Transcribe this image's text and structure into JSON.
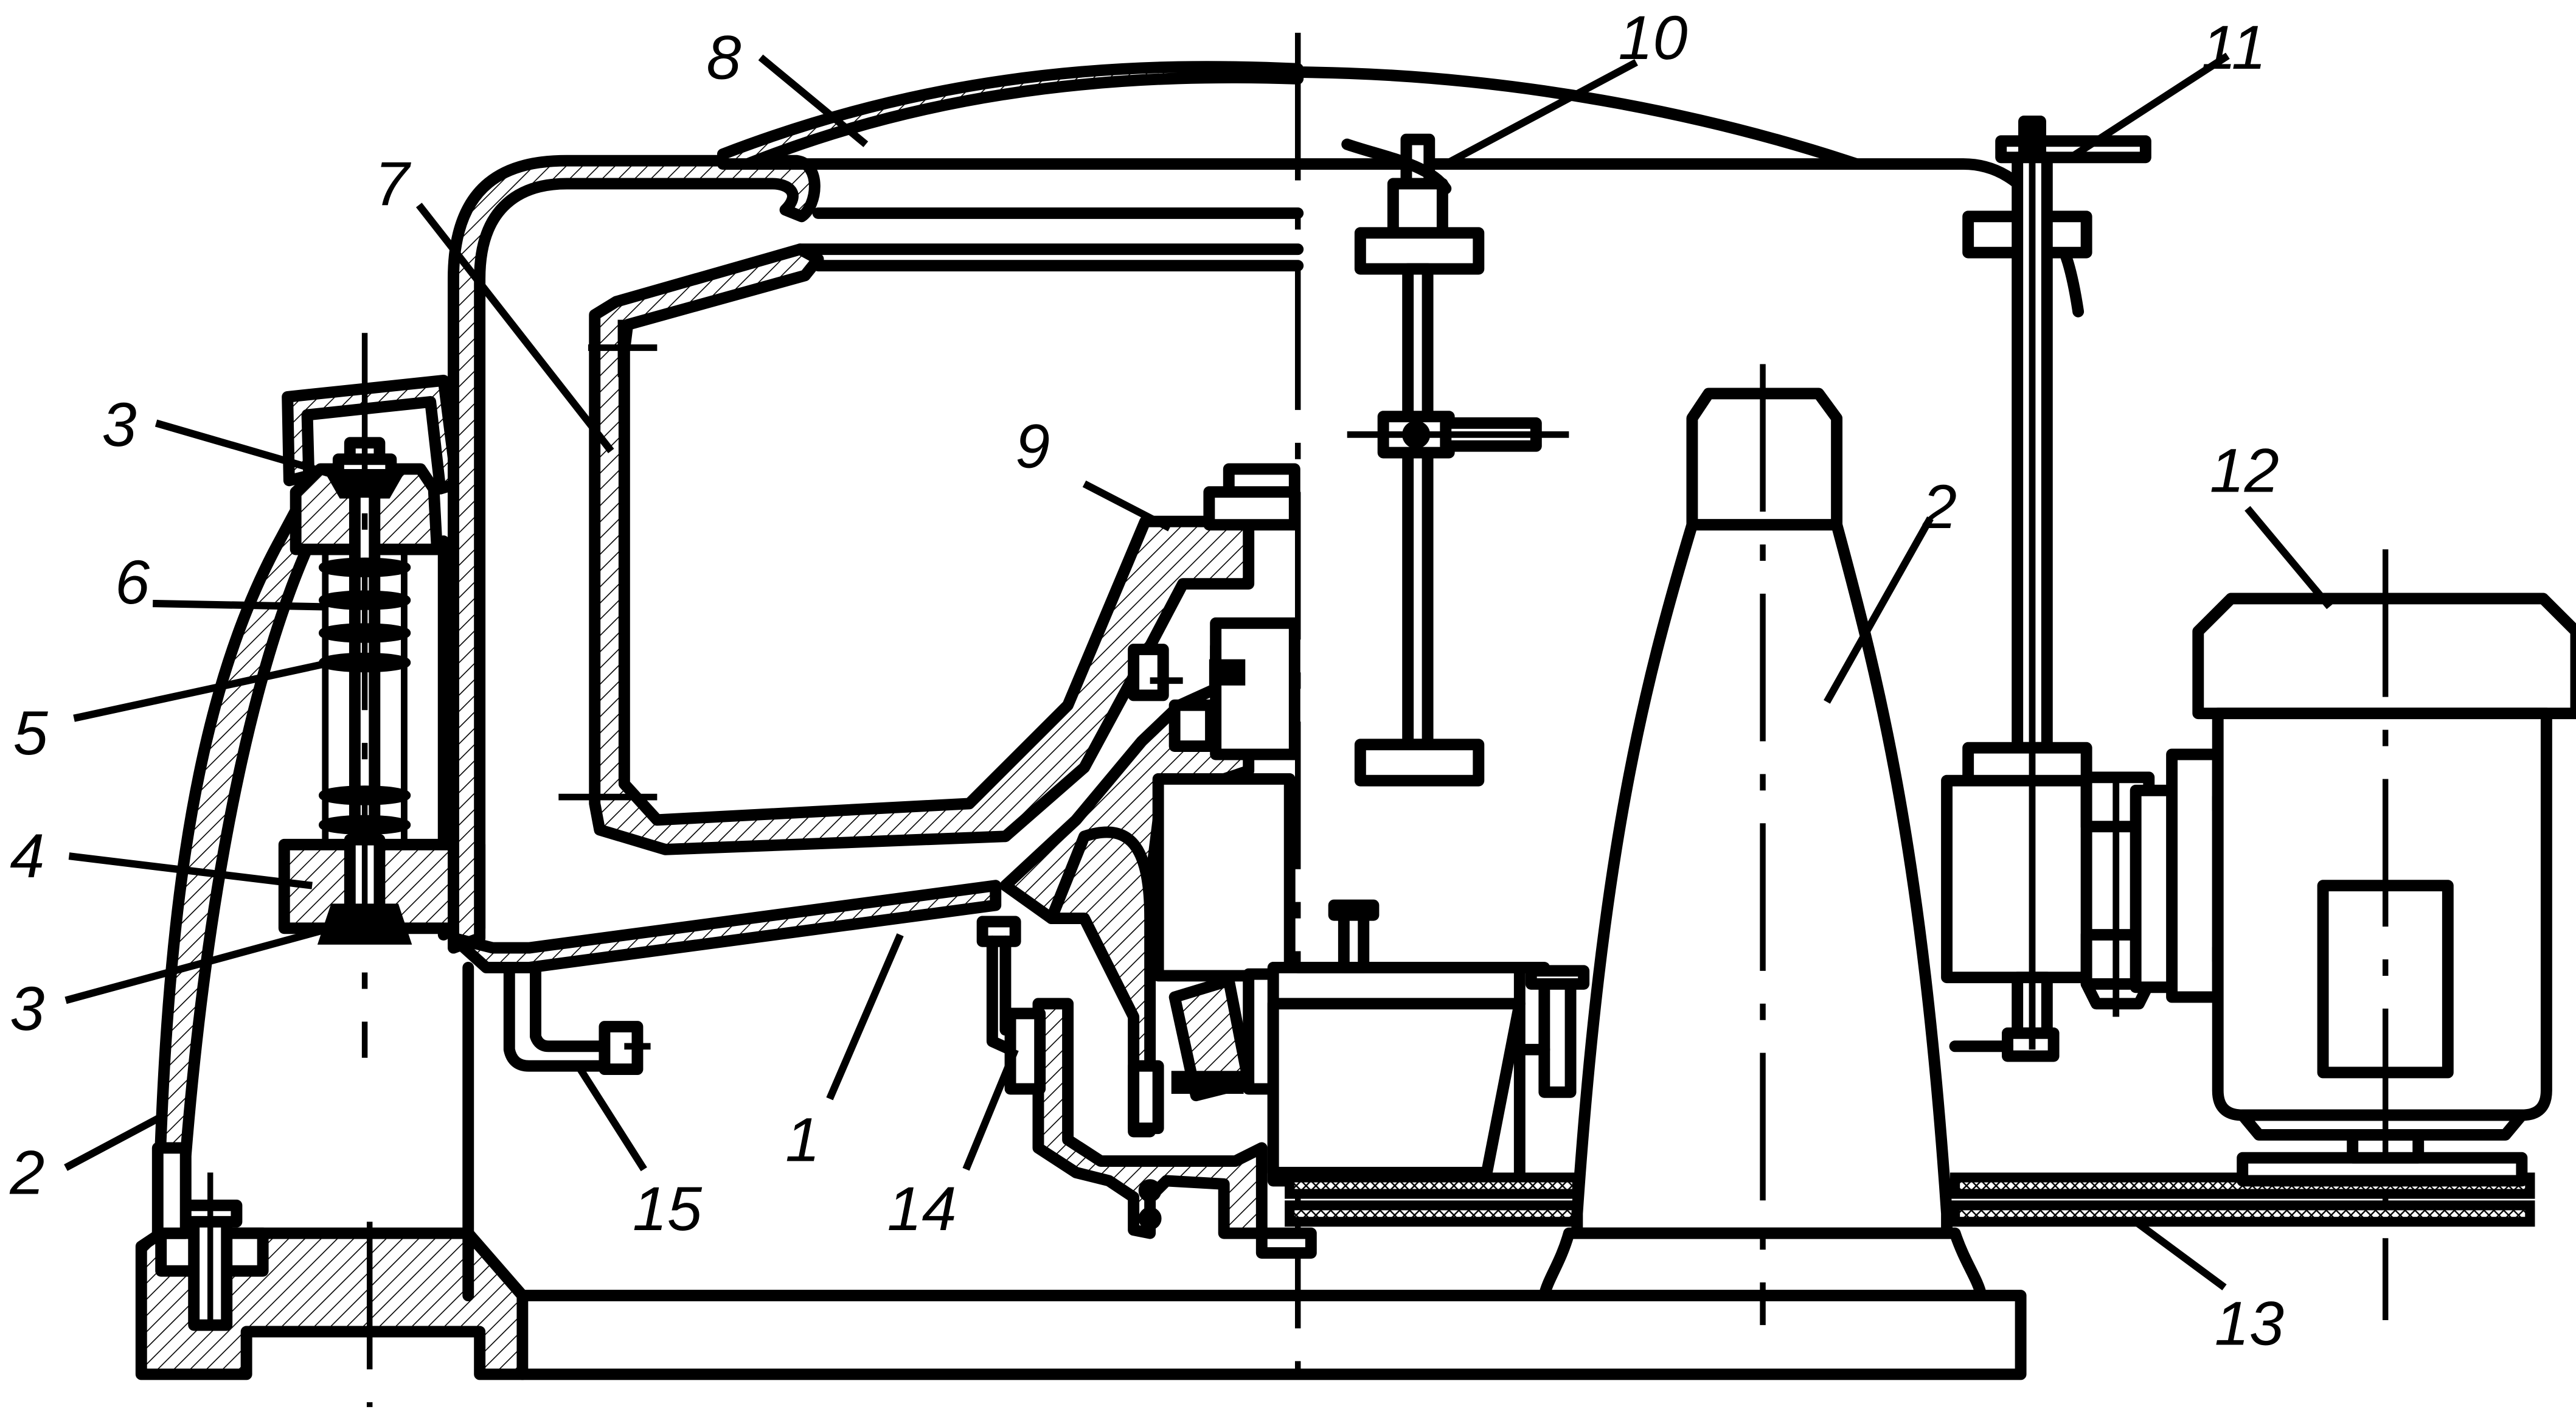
{
  "callouts": [
    {
      "id": "c8",
      "text": "8"
    },
    {
      "id": "c7",
      "text": "7"
    },
    {
      "id": "c10",
      "text": "10"
    },
    {
      "id": "c11",
      "text": "11"
    },
    {
      "id": "c3a",
      "text": "3"
    },
    {
      "id": "c9",
      "text": "9"
    },
    {
      "id": "c6",
      "text": "6"
    },
    {
      "id": "c5",
      "text": "5"
    },
    {
      "id": "c2a",
      "text": "2"
    },
    {
      "id": "c12",
      "text": "12"
    },
    {
      "id": "c4",
      "text": "4"
    },
    {
      "id": "c3b",
      "text": "3"
    },
    {
      "id": "c2b",
      "text": "2"
    },
    {
      "id": "c1",
      "text": "1"
    },
    {
      "id": "c15",
      "text": "15"
    },
    {
      "id": "c14",
      "text": "14"
    },
    {
      "id": "c13",
      "text": "13"
    }
  ]
}
